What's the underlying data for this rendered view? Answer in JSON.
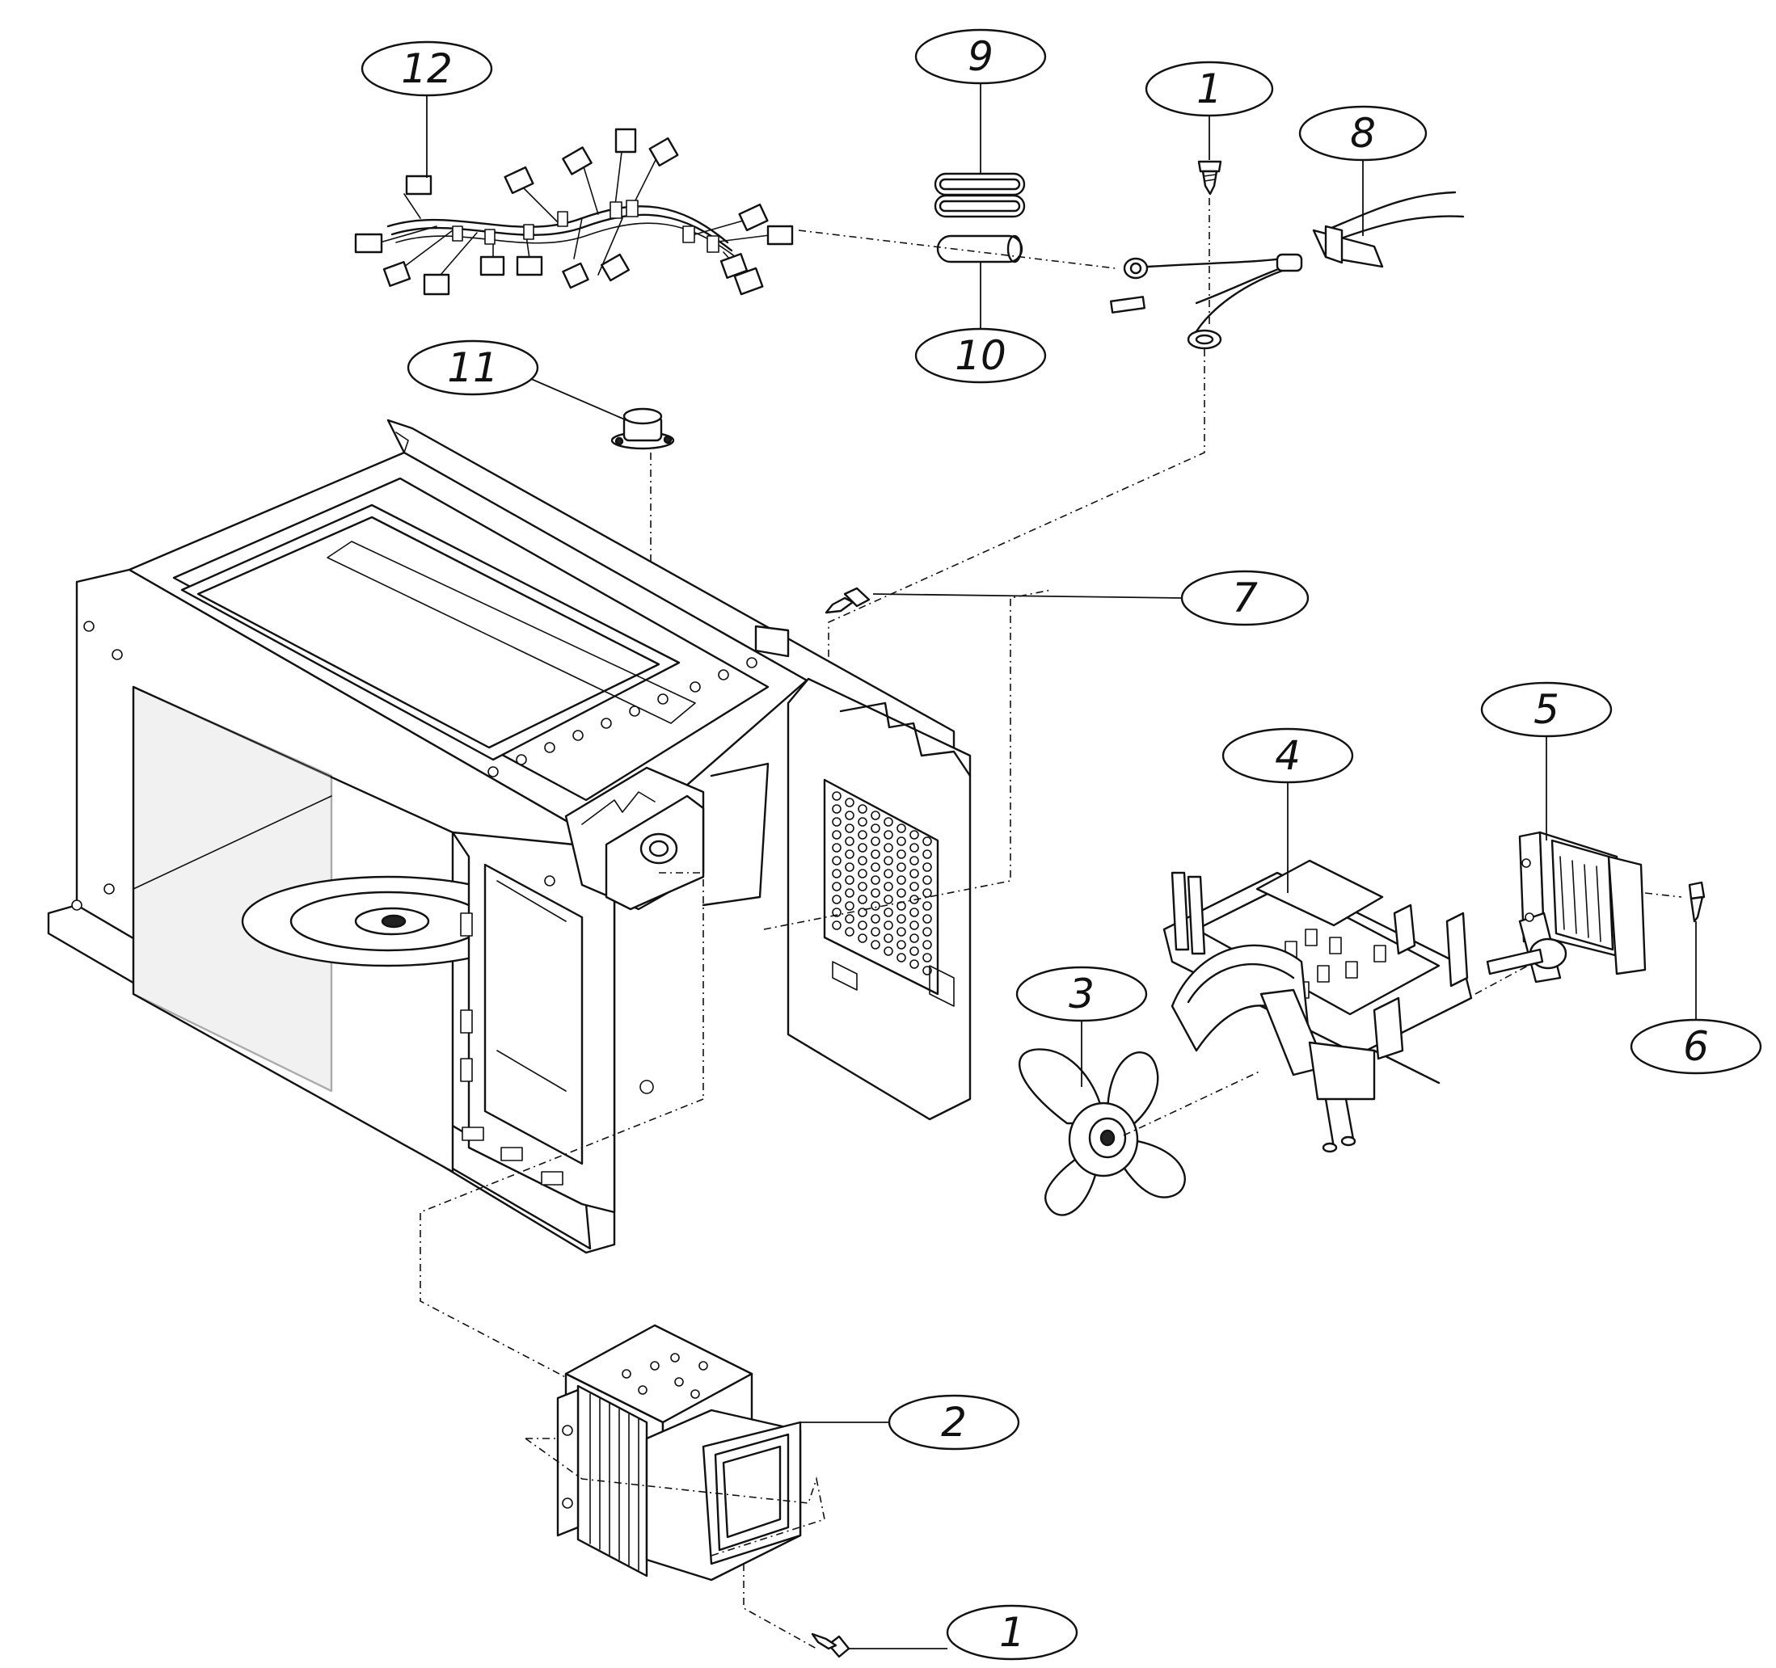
{
  "callouts": [
    {
      "id": "c12",
      "label": "12"
    },
    {
      "id": "c9",
      "label": "9"
    },
    {
      "id": "c10",
      "label": "10"
    },
    {
      "id": "c1a",
      "label": "1"
    },
    {
      "id": "c8",
      "label": "8"
    },
    {
      "id": "c11",
      "label": "11"
    },
    {
      "id": "c7",
      "label": "7"
    },
    {
      "id": "c5",
      "label": "5"
    },
    {
      "id": "c4",
      "label": "4"
    },
    {
      "id": "c3",
      "label": "3"
    },
    {
      "id": "c6",
      "label": "6"
    },
    {
      "id": "c2",
      "label": "2"
    },
    {
      "id": "c1b",
      "label": "1"
    }
  ]
}
